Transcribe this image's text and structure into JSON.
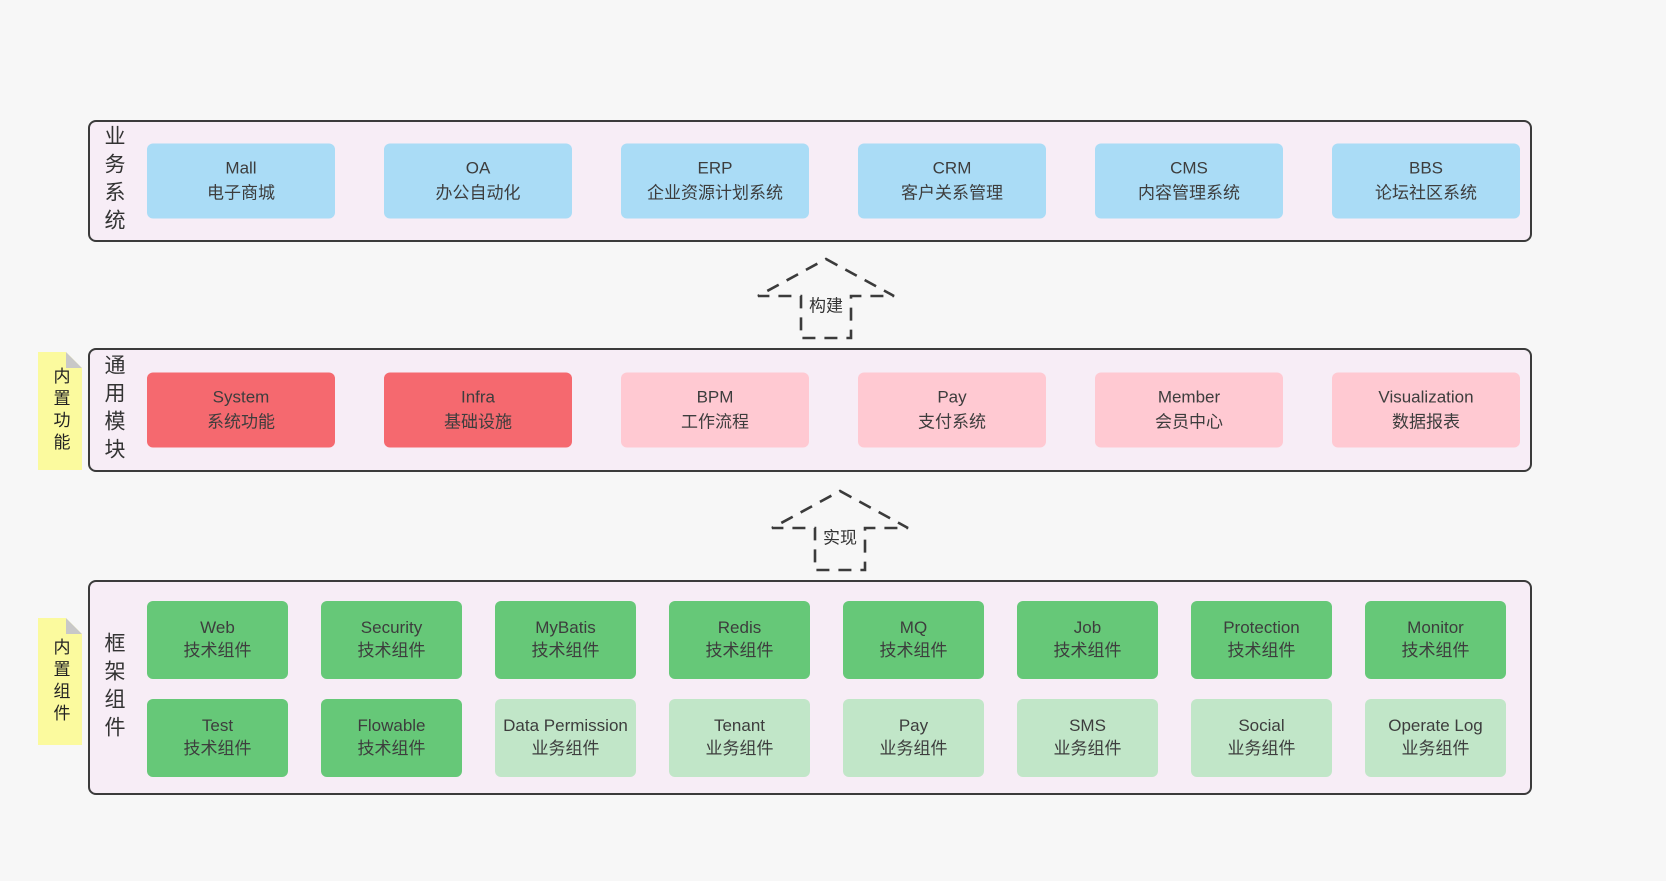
{
  "colors": {
    "page_bg": "#f7f7f7",
    "band_bg": "#f7edf6",
    "band_border": "#3b3b3b",
    "box_blue": "#aadcf6",
    "box_red": "#f5696f",
    "box_pink": "#ffc9d2",
    "box_green_dark": "#66c878",
    "box_green_light": "#c1e6c8",
    "note_yellow": "#fbfa9e",
    "note_fold_gray": "#c8c8c8"
  },
  "bands": [
    {
      "label": "业务系统",
      "boxes": [
        {
          "en": "Mall",
          "zh": "电子商城"
        },
        {
          "en": "OA",
          "zh": "办公自动化"
        },
        {
          "en": "ERP",
          "zh": "企业资源计划系统"
        },
        {
          "en": "CRM",
          "zh": "客户关系管理"
        },
        {
          "en": "CMS",
          "zh": "内容管理系统"
        },
        {
          "en": "BBS",
          "zh": "论坛社区系统"
        }
      ]
    },
    {
      "label": "通用模块",
      "note": "内置功能",
      "boxes": [
        {
          "en": "System",
          "zh": "系统功能"
        },
        {
          "en": "Infra",
          "zh": "基础设施"
        },
        {
          "en": "BPM",
          "zh": "工作流程"
        },
        {
          "en": "Pay",
          "zh": "支付系统"
        },
        {
          "en": "Member",
          "zh": "会员中心"
        },
        {
          "en": "Visualization",
          "zh": "数据报表"
        }
      ]
    },
    {
      "label": "框架组件",
      "note": "内置组件",
      "rows": [
        [
          {
            "en": "Web",
            "zh": "技术组件"
          },
          {
            "en": "Security",
            "zh": "技术组件"
          },
          {
            "en": "MyBatis",
            "zh": "技术组件"
          },
          {
            "en": "Redis",
            "zh": "技术组件"
          },
          {
            "en": "MQ",
            "zh": "技术组件"
          },
          {
            "en": "Job",
            "zh": "技术组件"
          },
          {
            "en": "Protection",
            "zh": "技术组件"
          },
          {
            "en": "Monitor",
            "zh": "技术组件"
          }
        ],
        [
          {
            "en": "Test",
            "zh": "技术组件"
          },
          {
            "en": "Flowable",
            "zh": "技术组件"
          },
          {
            "en": "Data Permission",
            "zh": "业务组件"
          },
          {
            "en": "Tenant",
            "zh": "业务组件"
          },
          {
            "en": "Pay",
            "zh": "业务组件"
          },
          {
            "en": "SMS",
            "zh": "业务组件"
          },
          {
            "en": "Social",
            "zh": "业务组件"
          },
          {
            "en": "Operate Log",
            "zh": "业务组件"
          }
        ]
      ]
    }
  ],
  "arrows": [
    {
      "label": "构建"
    },
    {
      "label": "实现"
    }
  ]
}
